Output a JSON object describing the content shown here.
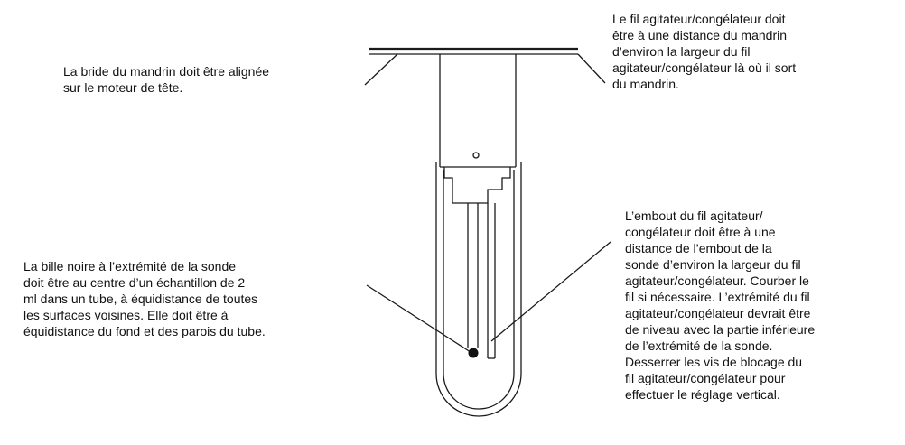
{
  "notes": {
    "flange": "La bride du mandrin doit être alignée\nsur le moteur de tête.",
    "wire_distance": "Le fil agitateur/congélateur doit\nêtre à une distance du mandrin\nd’environ la largeur du fil\nagitateur/congélateur là où il sort\ndu mandrin.",
    "probe_ball": "La bille noire à l’extrémité de la sonde\ndoit être au centre d’un échantillon de 2\nml dans un tube, à équidistance de toutes\nles surfaces voisines. Elle doit être à\néquidistance du fond et des parois du tube.",
    "wire_tip": "L’embout du fil agitateur/\ncongélateur doit être à une\ndistance de l’embout de la\nsonde d’environ la largeur du fil\nagitateur/congélateur. Courber le\nfil si nécessaire. L’extrémité du fil\nagitateur/congélateur devrait être\nde niveau avec la partie inférieure\nde l’extrémité de la sonde.\nDesserrer les vis de blocage du\nfil agitateur/congélateur pour\neffectuer le réglage vertical."
  }
}
